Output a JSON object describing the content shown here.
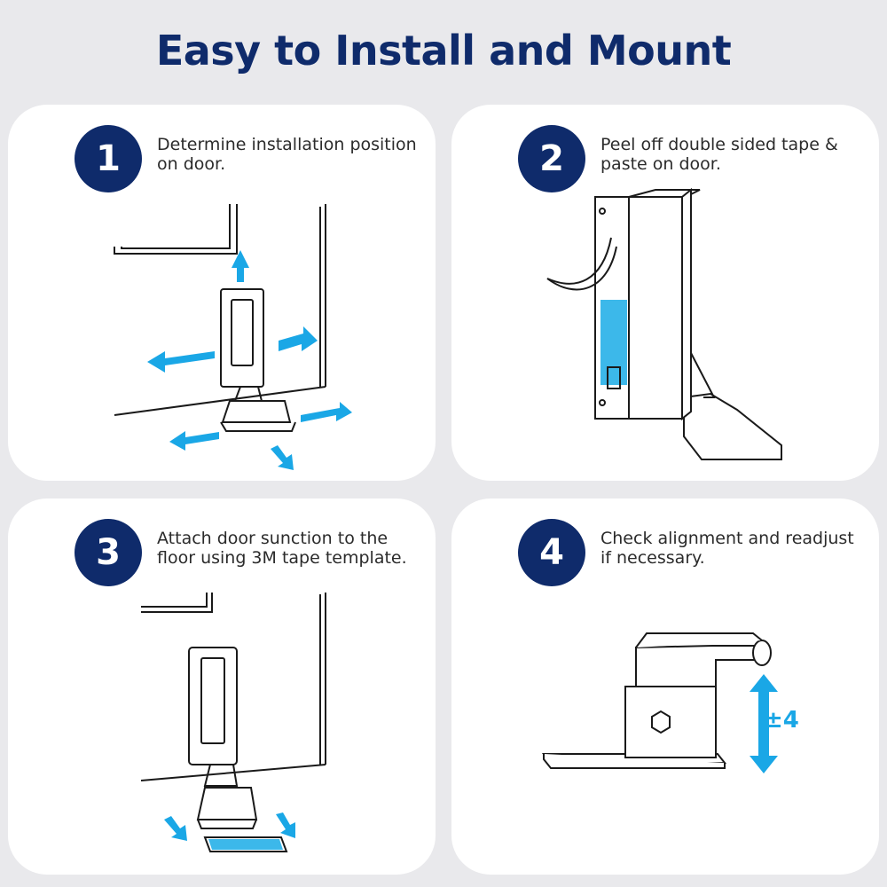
{
  "title": "Easy to Install and Mount",
  "colors": {
    "navy": "#0f2b6b",
    "accent": "#1aa7e6",
    "tape": "#3cb8ea"
  },
  "steps": [
    {
      "number": "1",
      "text": "Determine installation position on door."
    },
    {
      "number": "2",
      "text": "Peel off double sided tape & paste on door."
    },
    {
      "number": "3",
      "text": "Attach door sunction to the floor using 3M tape template."
    },
    {
      "number": "4",
      "text": "Check alignment and readjust if necessary."
    }
  ],
  "adjust_label": "±4"
}
